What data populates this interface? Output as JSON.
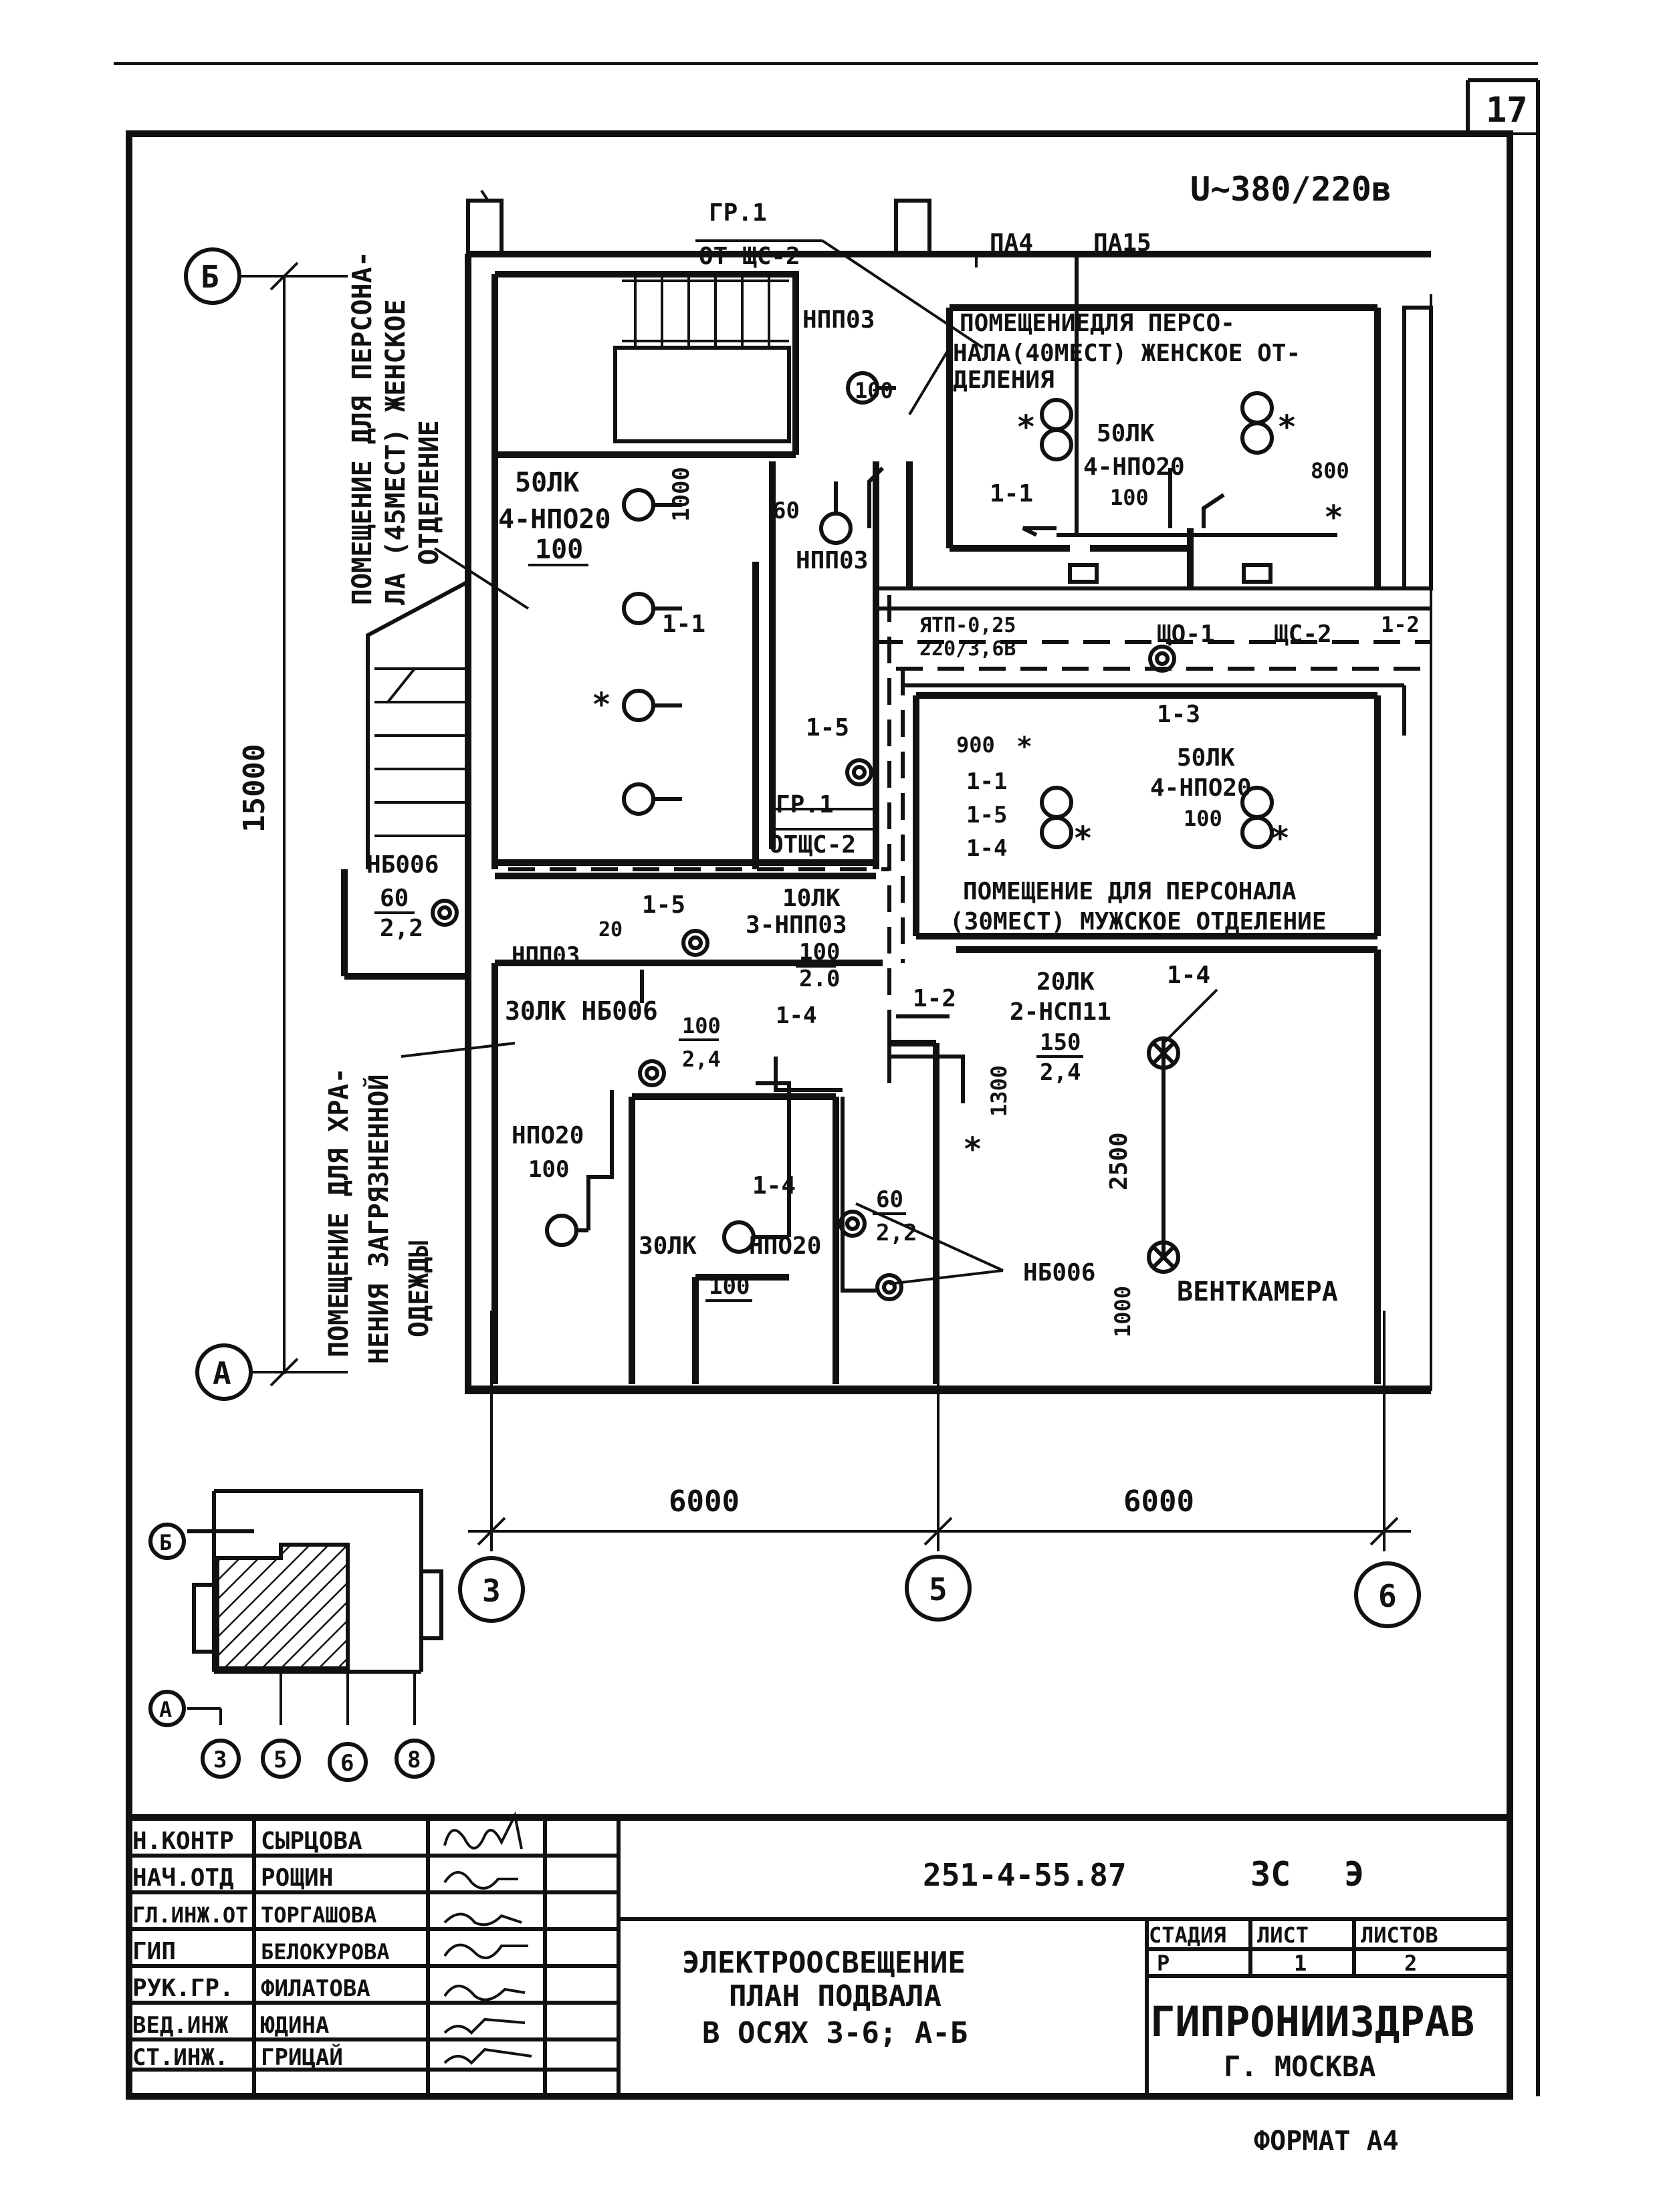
{
  "sheet": {
    "page_number": "17",
    "voltage": "U~380/220в",
    "format": "ФОРМАТ А4"
  },
  "axes": {
    "rows": [
      "Б",
      "А"
    ],
    "columns": [
      "3",
      "5",
      "6"
    ],
    "dim_total_vertical": "15000",
    "dim_span_3_5": "6000",
    "dim_span_5_6": "6000"
  },
  "rooms": {
    "room_women_45_line1": "ПОМЕЩЕНИЕ ДЛЯ ПЕРСОНА-",
    "room_women_45_line2": "ЛА (45МЕСТ) ЖЕНСКОЕ",
    "room_women_45_line3": "ОТДЕЛЕНИЕ",
    "room_women_40_line1": "ПОМЕЩЕНИЕДЛЯ ПЕРСО-",
    "room_women_40_line2": "НАЛА(40МЕСТ) ЖЕНСКОЕ ОТ-",
    "room_women_40_line3": "ДЕЛЕНИЯ",
    "room_men_30_line1": "ПОМЕЩЕНИЕ ДЛЯ ПЕРСОНАЛА",
    "room_men_30_line2": "(30МЕСТ) МУЖСКОЕ ОТДЕЛЕНИЕ",
    "room_dirty_line1": "ПОМЕЩЕНИЕ ДЛЯ ХРА-",
    "room_dirty_line2": "НЕНИЯ ЗАГРЯЗНЕННОЙ",
    "room_dirty_line3": "ОДЕЖДЫ",
    "room_vent": "ВЕНТКАМЕРА"
  },
  "labels": {
    "gr1_top_a": "ГР.1",
    "gr1_top_b": "ОТ ЩС-2",
    "pa4": "ПА4",
    "pa15": "ПА15",
    "npp03_top": "НПП03",
    "npp03_top_val": "100",
    "lum_50lk_a": "50ЛК",
    "lum_4npo20_a": "4-НПО20",
    "lum_100_a": "100",
    "dim_1000_a": "1000",
    "lum_60": "60",
    "npp03_b": "НПП03",
    "line_1_1_a": "1-1",
    "ytp": "ЯТП-0,25",
    "ytp_b": "220/3,6В",
    "line_1_5_a": "1-5",
    "gr1_b": "ГР.1",
    "otshs2": "ОТЩС-2",
    "nb006_a": "НБ006",
    "nb006_a_val1": "60",
    "nb006_a_val2": "2,2",
    "npp03_c": "НПП03",
    "val_20": "20",
    "line_1_5_b": "1-5",
    "lum_10lk": "10ЛК",
    "lum_3npp03": "3-НПП03",
    "lum_100_b": "100",
    "lum_2_0": "2.0",
    "lum_50lk_women40": "50ЛК",
    "lum_4npo20_women40": "4-НПО20",
    "lum_100_women40": "100",
    "line_1_1_women40": "1-1",
    "dim_800": "800",
    "shO1": "ЩО-1",
    "shS2": "ЩС-2",
    "line_1_2_top": "1-2",
    "line_1_3": "1-3",
    "dim_900": "900",
    "line_1_1_men": "1-1",
    "line_1_5_men": "1-5",
    "line_1_4_men": "1-4",
    "lum_50lk_men": "50ЛК",
    "lum_4npo20_men": "4-НПО20",
    "lum_100_men": "100",
    "lum_20lk": "20ЛК",
    "lum_2nsp11": "2-НСП11",
    "line_1_4_vent": "1-4",
    "val_150": "150",
    "val_2_4_vent": "2,4",
    "dim_1300": "1300",
    "dim_2500": "2500",
    "dim_1000_b": "1000",
    "line_1_2_mid": "1-2",
    "lum_30lk_nb006": "30ЛК НБ006",
    "val_100_c": "100",
    "val_2_4_c": "2,4",
    "line_1_4_c": "1-4",
    "npo20_a": "НПО20",
    "npo20_a_val": "100",
    "line_1_4_d": "1-4",
    "lum_30lk_b": "30ЛК",
    "npo20_b": "НПО20",
    "npo20_b_val": "100",
    "val_60_d": "60",
    "val_2_2_d": "2,2",
    "nb006_b": "НБ006"
  },
  "title_block": {
    "doc_code": "251-4-55.87",
    "mark": "ЗС",
    "mark2": "Э",
    "roles": [
      "Н.КОНТР",
      "НАЧ.ОТД",
      "ГЛ.ИНЖ.ОТ",
      "ГИП",
      "РУК.ГР.",
      "ВЕД.ИНЖ",
      "СТ.ИНЖ."
    ],
    "names": [
      "СЫРЦОВА",
      "РОЩИН",
      "ТОРГАШОВА",
      "БЕЛОКУРОВА",
      "ФИЛАТОВА",
      "ЮДИНА",
      "ГРИЦАЙ"
    ],
    "title_line1": "ЭЛЕКТРООСВЕЩЕНИЕ",
    "title_line2": "ПЛАН ПОДВАЛА",
    "title_line3": "В ОСЯХ 3-6; А-Б",
    "stage_header": "СТАДИЯ",
    "sheet_header": "ЛИСТ",
    "sheets_header": "ЛИСТОВ",
    "stage": "Р",
    "sheet": "1",
    "sheets": "2",
    "org": "ГИПРОНИИЗДРАВ",
    "city": "Г. МОСКВА"
  },
  "key_plan": {
    "row_b": "Б",
    "row_a": "А",
    "col_3": "3",
    "col_5": "5",
    "col_6": "6",
    "col_8": "8"
  }
}
